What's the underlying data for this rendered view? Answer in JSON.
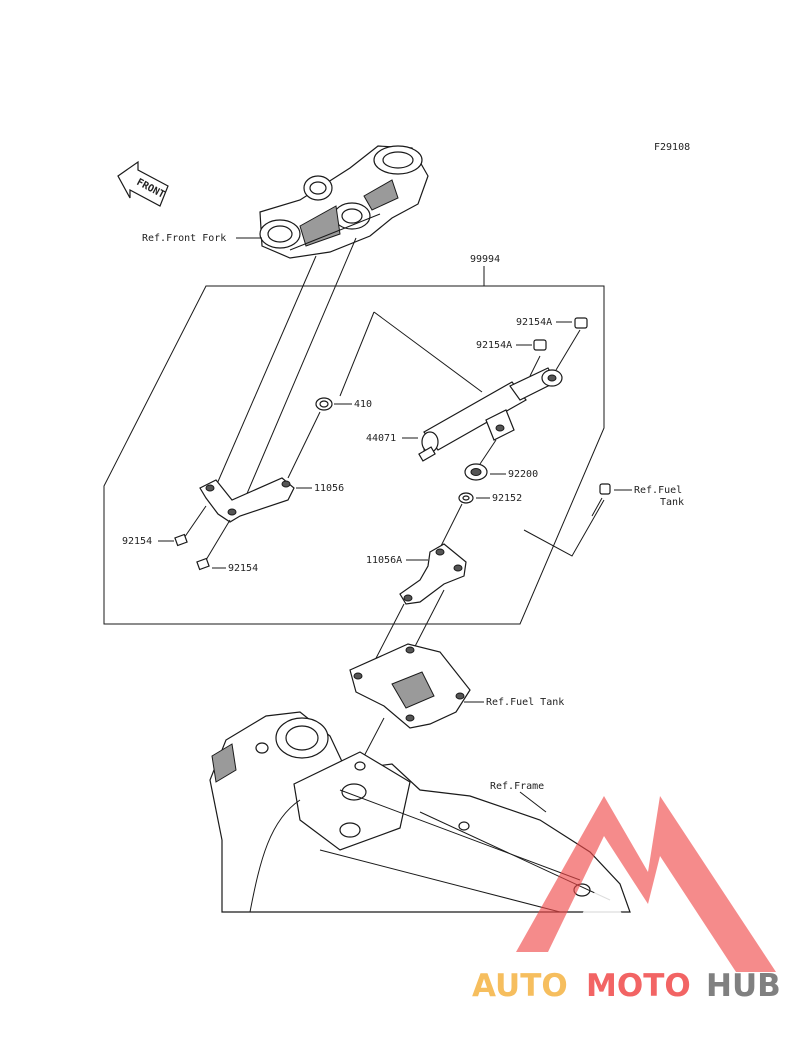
{
  "figure_code": "F29108",
  "front_arrow_label": "FRONT",
  "labels": {
    "ref_front_fork": "Ref.Front Fork",
    "kit": "99994",
    "bolt_a_upper": "92154A",
    "bolt_a_lower": "92154A",
    "collar": "410",
    "damper": "44071",
    "bushing": "92200",
    "bracket": "11056",
    "washer": "92152",
    "ref_fuel_tank_bolt": "Ref.Fuel",
    "ref_fuel_tank_bolt_2": "Tank",
    "bolt_left": "92154",
    "bolt_bottom": "92154",
    "bracket_a": "11056A",
    "ref_fuel_tank": "Ref.Fuel Tank",
    "ref_frame": "Ref.Frame"
  },
  "watermark": {
    "part1": "AUTO",
    "part2": "MOTO",
    "part3": "HUB",
    "color_orange": "#f5b342",
    "color_red": "#f04a4a",
    "color_gray": "#6b6b6b"
  }
}
